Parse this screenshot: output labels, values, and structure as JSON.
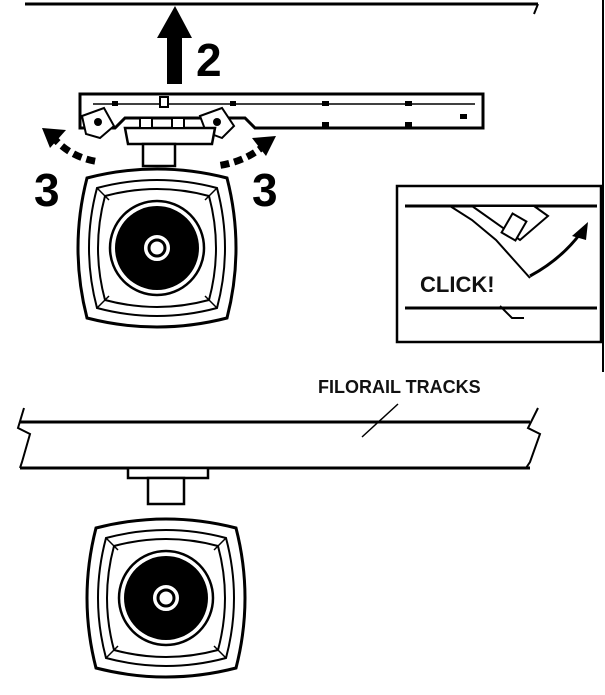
{
  "diagram": {
    "steps": {
      "lift": "2",
      "rotate_left": "3",
      "rotate_right": "3"
    },
    "inset": {
      "click_text": "CLICK!"
    },
    "track": {
      "label": "FILORAIL TRACKS"
    },
    "colors": {
      "ink": "#000000",
      "paper": "#ffffff",
      "grey": "#555555"
    }
  }
}
